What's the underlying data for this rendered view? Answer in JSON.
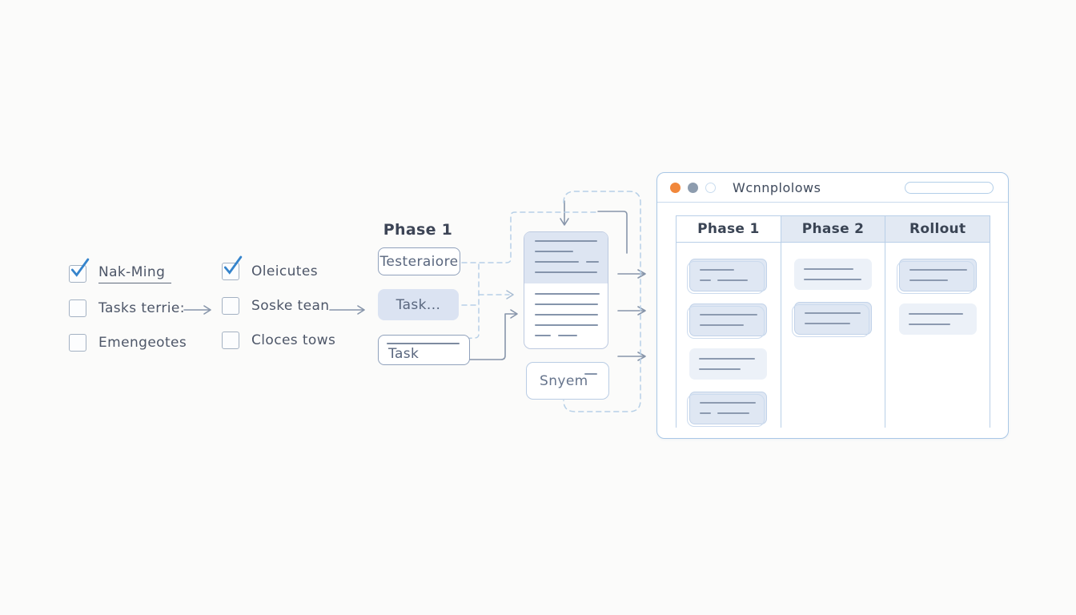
{
  "checklists": [
    {
      "items": [
        {
          "label": "Nak-Ming",
          "checked": true,
          "underlined": true
        },
        {
          "label": "Tasks terrie:",
          "checked": false,
          "underlined": false
        },
        {
          "label": "Emengeotes",
          "checked": false,
          "underlined": false
        }
      ]
    },
    {
      "items": [
        {
          "label": "Oleicutes",
          "checked": true,
          "underlined": false
        },
        {
          "label": "Soske tean",
          "checked": false,
          "underlined": false
        },
        {
          "label": "Cloces tows",
          "checked": false,
          "underlined": false
        }
      ]
    }
  ],
  "phase_column": {
    "title": "Phase 1",
    "tasks": [
      {
        "label": "Testeraiore",
        "style": "outlined"
      },
      {
        "label": "Task...",
        "style": "filled"
      },
      {
        "label": "Task",
        "style": "outlined-topline"
      }
    ]
  },
  "document_card": {
    "header_lines": [
      [
        78
      ],
      [
        48
      ],
      [
        55,
        16
      ],
      [
        78
      ]
    ],
    "body_lines": [
      [
        81
      ],
      [
        79
      ],
      [
        79
      ],
      [
        79
      ],
      [
        20,
        24
      ]
    ]
  },
  "snyem_box": {
    "label": "Snyem"
  },
  "browser": {
    "title": "Wcnnplolows",
    "traffic_lights": [
      "#f1873b",
      "#8d9cae",
      "outline"
    ],
    "address_bar_value": "",
    "board": {
      "columns": [
        {
          "header": "Phase 1",
          "header_bg": "#ffffff",
          "cards": [
            {
              "variant": "filled-outlined",
              "lines": [
                [
                  43
                ],
                [
                  14,
                  38
                ]
              ]
            },
            {
              "variant": "filled-outlined",
              "lines": [
                [
                  72
                ],
                [
                  55
                ]
              ]
            },
            {
              "variant": "light",
              "lines": [
                [
                  70
                ],
                [
                  52
                ]
              ]
            },
            {
              "variant": "filled-outlined",
              "lines": [
                [
                  70
                ],
                [
                  14,
                  40
                ]
              ]
            }
          ]
        },
        {
          "header": "Phase 2",
          "header_bg": "#e2e9f3",
          "cards": [
            {
              "variant": "light",
              "lines": [
                [
                  62
                ],
                [
                  72
                ]
              ]
            },
            {
              "variant": "filled-outlined",
              "lines": [
                [
                  70
                ],
                [
                  57
                ]
              ]
            }
          ]
        },
        {
          "header": "Rollout",
          "header_bg": "#e2e9f3",
          "cards": [
            {
              "variant": "filled-outlined",
              "lines": [
                [
                  72
                ],
                [
                  48
                ]
              ]
            },
            {
              "variant": "light",
              "lines": [
                [
                  68
                ],
                [
                  52
                ]
              ]
            }
          ]
        }
      ]
    }
  },
  "colors": {
    "check": "#3584cc",
    "solid_line": "#8795aa",
    "dashed_line": "#b7d0e7",
    "window_border": "#a9c7e6",
    "card_fill": "#dfe7f3",
    "card_light": "#ecf1f8",
    "header_fill": "#e2e9f3",
    "accent_orange": "#f1873b",
    "dot_gray": "#8d9cae",
    "ink": "#4b5568",
    "placeholder_line": "#8c9ab0"
  }
}
